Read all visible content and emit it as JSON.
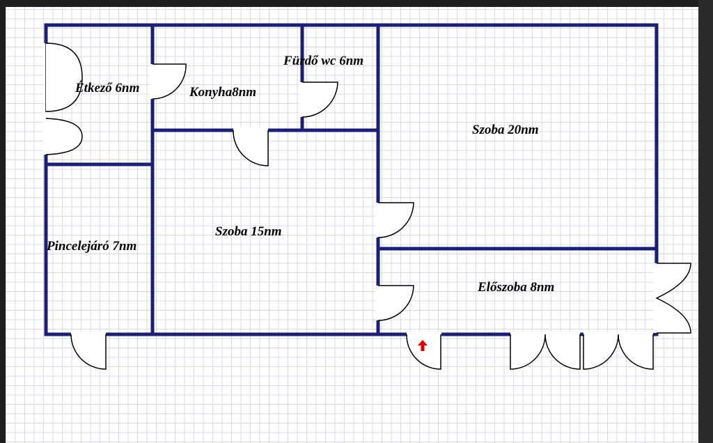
{
  "floor_plan": {
    "rooms": [
      {
        "id": "etkezo",
        "label": "Étkező 6nm"
      },
      {
        "id": "konyha",
        "label": "Konyha8nm"
      },
      {
        "id": "furdo",
        "label": "Fürdő wc 6nm"
      },
      {
        "id": "szoba20",
        "label": "Szoba 20nm"
      },
      {
        "id": "szoba15",
        "label": "Szoba 15nm"
      },
      {
        "id": "pincelejaro",
        "label": "Pincelejáró 7nm"
      },
      {
        "id": "eloszoba",
        "label": "Előszoba 8nm"
      }
    ],
    "colors": {
      "wall": "#1b1f7a",
      "arrow": "#e00000",
      "grid": "#d6dbe3"
    },
    "entrance_marker": "red-up-arrow-icon"
  }
}
